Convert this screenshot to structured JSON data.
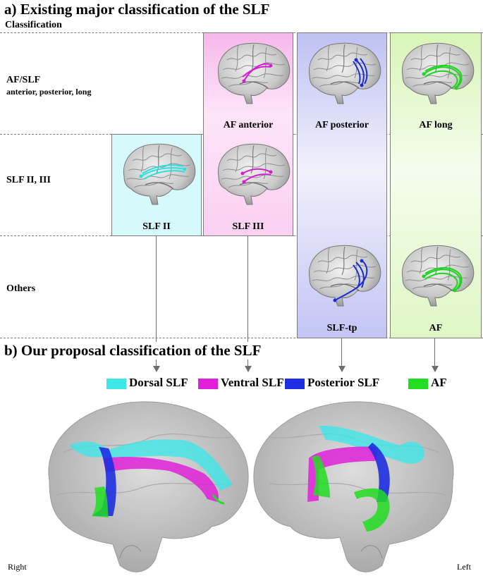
{
  "section_a": {
    "title": "a)  Existing major classification of the SLF"
  },
  "header": {
    "classification": "Classification"
  },
  "rows": [
    {
      "label": "AF/SLF",
      "sub": "anterior, posterior, long"
    },
    {
      "label": "SLF II, III",
      "sub": ""
    },
    {
      "label": "Others",
      "sub": ""
    }
  ],
  "cells": {
    "af_anterior": "AF anterior",
    "af_posterior": "AF posterior",
    "af_long": "AF long",
    "slf_ii": "SLF II",
    "slf_iii": "SLF III",
    "slf_tp": "SLF-tp",
    "af": "AF"
  },
  "section_b": {
    "title": "b)  Our proposal classification of the SLF"
  },
  "legend": [
    {
      "label": "Dorsal SLF",
      "color": "#3fe6e6"
    },
    {
      "label": "Ventral SLF",
      "color": "#e020d8"
    },
    {
      "label": "Posterior SLF",
      "color": "#1f2ee0"
    },
    {
      "label": "AF",
      "color": "#22dd22"
    }
  ],
  "hemispheres": {
    "right": "Right",
    "left": "Left"
  },
  "colors": {
    "cyan_bg": "#d8fafc",
    "pink_bg": "#fbd2f3",
    "blue_bg": "#c9caf4",
    "green_bg": "#e2f8c8"
  }
}
